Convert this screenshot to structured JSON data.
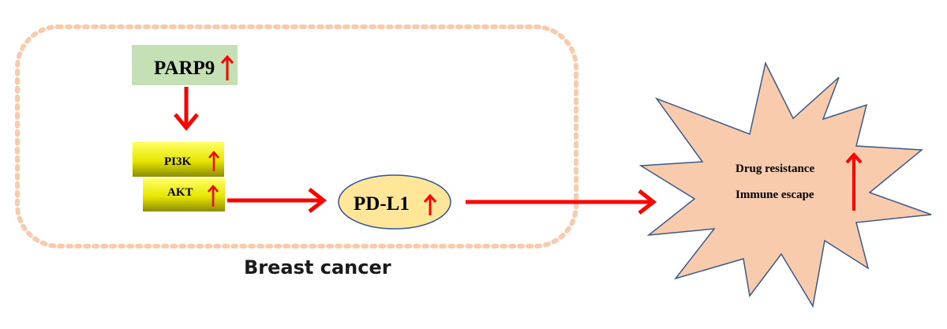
{
  "diagram": {
    "nodes": {
      "parp9": {
        "label": "PARP9",
        "indicator": "up-arrow"
      },
      "pi3k": {
        "label": "PI3K",
        "indicator": "up-arrow"
      },
      "akt": {
        "label": "AKT",
        "indicator": "up-arrow"
      },
      "pdl1": {
        "label": "PD-L1",
        "indicator": "up-arrow"
      },
      "outcome": {
        "line1": "Drug resistance",
        "line2": "Immune escape",
        "indicator": "up-arrow"
      }
    },
    "region_label": "Breast cancer",
    "colors": {
      "arrow": "#ff0000",
      "parp9_fill": "#c5e0b4",
      "kinase_fill_light": "#ffff66",
      "kinase_fill_dark": "#9a9a00",
      "pdl1_fill": "#ffe699",
      "pdl1_stroke": "#2f5597",
      "star_fill": "#f8cbad",
      "star_stroke": "#3b5a8a",
      "region_border": "#f8cbad"
    }
  }
}
